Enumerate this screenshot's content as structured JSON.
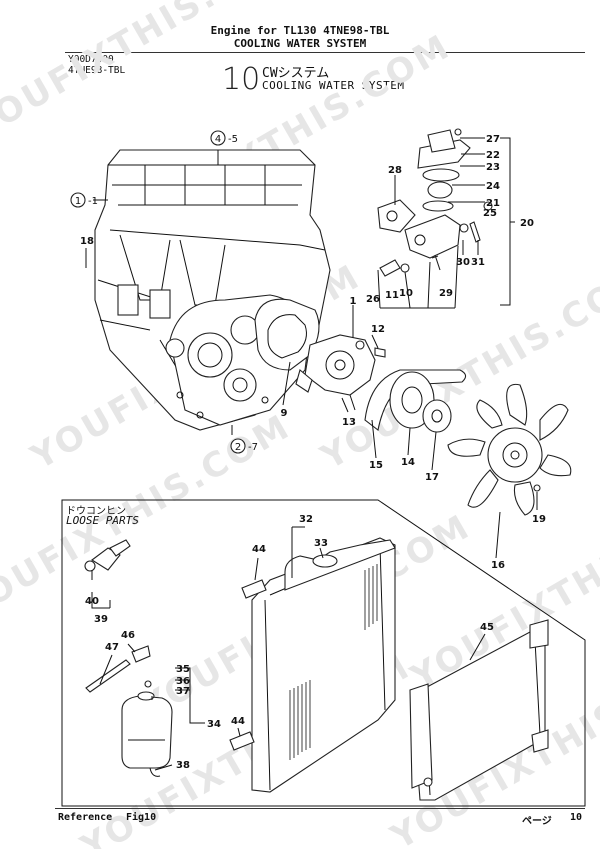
{
  "header": {
    "line1": "Engine for TL130  4TNE98-TBL",
    "line2": "COOLING WATER SYSTEM"
  },
  "codes": {
    "code1": "Y00D7500",
    "code2": "4TNE98-TBL"
  },
  "section": {
    "number": "10",
    "title_jp": "CWシステム",
    "title_en": "COOLING WATER SYSTEM"
  },
  "loose_parts": {
    "title_jp": "ドウコンヒン",
    "title_en": "LOOSE PARTS"
  },
  "watermark": "YOUFIXTHIS.COM",
  "refs": {
    "r1": "1",
    "r1_text": "-1",
    "r2": "2",
    "r2_text": "-7",
    "r4": "4",
    "r4_text": "-5"
  },
  "callouts": {
    "c1": "1",
    "c9": "9",
    "c10": "10",
    "c11": "11",
    "c12": "12",
    "c13": "13",
    "c14": "14",
    "c15": "15",
    "c16": "16",
    "c17": "17",
    "c18": "18",
    "c19": "19",
    "c20": "20",
    "c21": "21",
    "c22": "22",
    "c23": "23",
    "c24": "24",
    "c25": "25",
    "c26": "26",
    "c27": "27",
    "c28": "28",
    "c29": "29",
    "c30": "30",
    "c31": "31",
    "c32": "32",
    "c33": "33",
    "c34": "34",
    "c35": "35",
    "c36": "36",
    "c37": "37",
    "c38": "38",
    "c39": "39",
    "c40": "40",
    "c44a": "44",
    "c44b": "44",
    "c45": "45",
    "c46": "46",
    "c47": "47"
  },
  "footer": {
    "reference_label": "Reference",
    "fig": "Fig10",
    "page_label": "ページ",
    "page_number": "10"
  }
}
